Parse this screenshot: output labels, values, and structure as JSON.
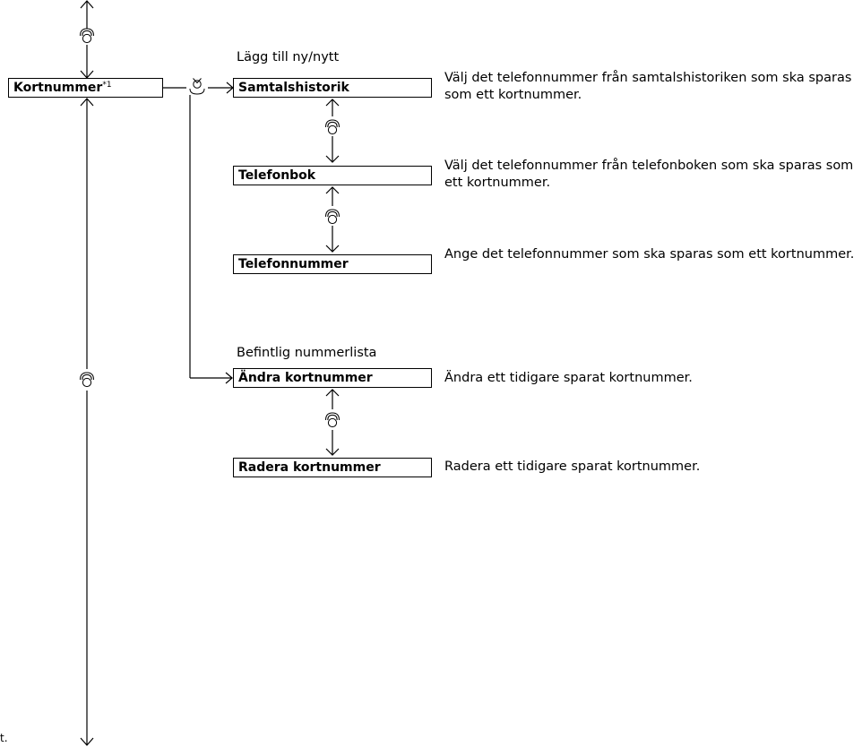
{
  "menu": {
    "root": {
      "label": "Kortnummer",
      "footnote": "*1"
    },
    "groups": [
      {
        "title": "Lägg till ny/nytt",
        "items": [
          {
            "label": "Samtalshistorik",
            "description": "Välj det telefonnummer från samtalshistoriken som ska sparas som ett kortnummer."
          },
          {
            "label": "Telefonbok",
            "description": "Välj det telefonnummer från telefonboken som ska sparas som ett kortnummer."
          },
          {
            "label": "Telefonnummer",
            "description": "Ange det telefonnummer som ska sparas som ett kortnummer."
          }
        ]
      },
      {
        "title": "Befintlig nummerlista",
        "items": [
          {
            "label": "Ändra kortnummer",
            "description": "Ändra ett tidigare sparat kortnummer."
          },
          {
            "label": "Radera kortnummer",
            "description": "Radera ett tidigare sparat kortnummer."
          }
        ]
      }
    ]
  },
  "icons": {
    "rotate": "rotate-knob-icon",
    "press": "press-knob-icon"
  },
  "edge_fragment": "t."
}
